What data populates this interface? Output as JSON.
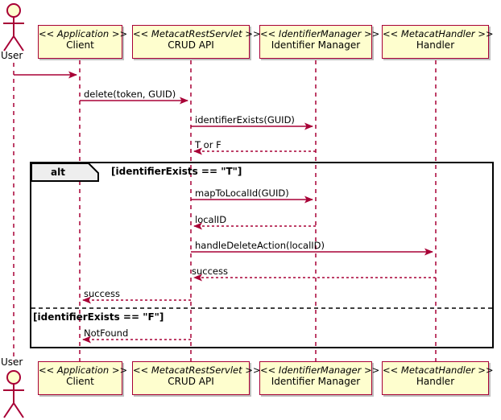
{
  "diagram": {
    "type": "uml-sequence-diagram",
    "colors": {
      "participant_fill": "#FEFECE",
      "participant_border": "#A80036",
      "lifeline": "#A80036",
      "arrow": "#A80036",
      "frame": "#000000",
      "shadow": "#BEBEBE",
      "background": "#FFFFFF"
    },
    "actor": {
      "name": "actor-user",
      "label": "User"
    },
    "participants": [
      {
        "stereotype": "<< Application >>",
        "name": "Client"
      },
      {
        "stereotype": "<< MetacatRestServlet >>",
        "name": "CRUD API"
      },
      {
        "stereotype": "<< IdentifierManager >>",
        "name": "Identifier Manager"
      },
      {
        "stereotype": "<< MetacatHandler >>",
        "name": "Handler"
      }
    ],
    "messages": [
      {
        "label": "",
        "kind": "call"
      },
      {
        "label": "delete(token, GUID)",
        "kind": "call"
      },
      {
        "label": "identifierExists(GUID)",
        "kind": "call"
      },
      {
        "label": "T or F",
        "kind": "return"
      },
      {
        "label": "mapToLocalId(GUID)",
        "kind": "call"
      },
      {
        "label": "localID",
        "kind": "return"
      },
      {
        "label": "handleDeleteAction(localID)",
        "kind": "call"
      },
      {
        "label": "success",
        "kind": "return"
      },
      {
        "label": "success",
        "kind": "return"
      },
      {
        "label": "NotFound",
        "kind": "return"
      }
    ],
    "fragment": {
      "operator": "alt",
      "conditions": [
        "[identifierExists == \"T\"]",
        "[identifierExists == \"F\"]"
      ]
    }
  }
}
